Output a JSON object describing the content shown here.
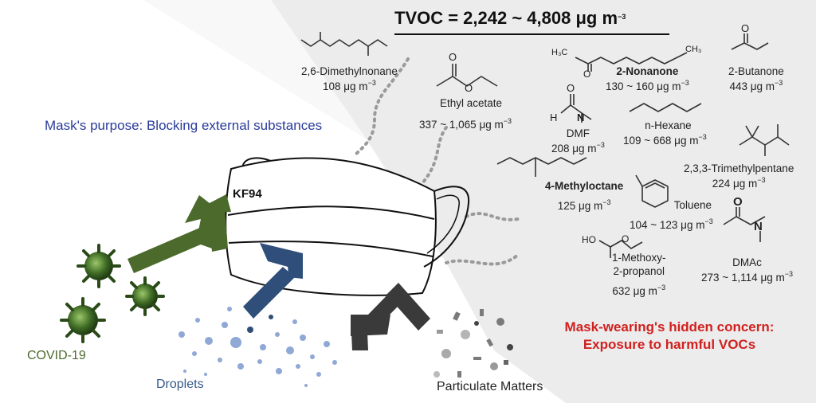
{
  "title": "TVOC = 2,242 ~ 4,808 μg m",
  "title_exp": "−3",
  "purpose_text": "Mask's purpose: Blocking external substances",
  "concern": {
    "line1": "Mask-wearing's hidden concern:",
    "line2": "Exposure to harmful VOCs"
  },
  "mask_label": "KF94",
  "labels": {
    "covid": "COVID-19",
    "droplets": "Droplets",
    "particulate": "Particulate Matters"
  },
  "unit_exp": "−3",
  "compounds": [
    {
      "id": "dimethylnonane",
      "name": "2,6-Dimethylnonane",
      "conc": "108 μg m"
    },
    {
      "id": "ethyl-acetate",
      "name": "Ethyl acetate",
      "conc": "337 ~ 1,065 μg m"
    },
    {
      "id": "dmf",
      "name": "DMF",
      "conc": "208 μg m"
    },
    {
      "id": "nonanone",
      "name": "2-Nonanone",
      "conc": "130 ~ 160 μg m"
    },
    {
      "id": "hexane",
      "name": "n-Hexane",
      "conc": "109 ~ 668 μg m"
    },
    {
      "id": "butanone",
      "name": "2-Butanone",
      "conc": "443 μg m"
    },
    {
      "id": "trimethylpentane",
      "name": "2,3,3-Trimethylpentane",
      "conc": "224 μg m"
    },
    {
      "id": "methyloctane",
      "name": "4-Methyloctane",
      "conc": "125 μg m"
    },
    {
      "id": "toluene",
      "name": "Toluene",
      "conc": "104 ~ 123 μg m"
    },
    {
      "id": "methoxypropanol",
      "name": "1-Methoxy-",
      "name2": "2-propanol",
      "conc": "632 μg m"
    },
    {
      "id": "dmac",
      "name": "DMAc",
      "conc": "273 ~ 1,114 μg m"
    }
  ],
  "atoms": {
    "o": "O",
    "h": "H",
    "n": "N",
    "ho": "HO",
    "h3c": "H₃C",
    "ch3": "CH₃"
  },
  "colors": {
    "green_arrow": "#4b6a2c",
    "blue_arrow": "#2f4f7a",
    "dark_arrow": "#3a3a3a",
    "purpose_text": "#2a3b9a",
    "concern_text": "#d0211f",
    "background_gray": "#ececec"
  }
}
